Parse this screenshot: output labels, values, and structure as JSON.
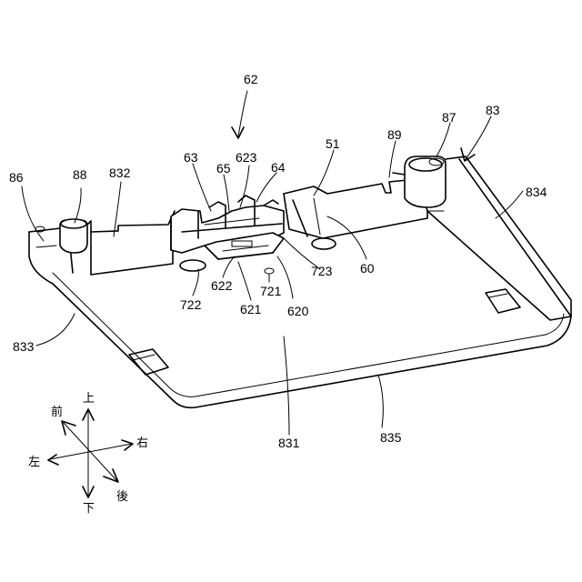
{
  "labels": {
    "l62": "62",
    "l83": "83",
    "l51": "51",
    "l89": "89",
    "l87": "87",
    "l63": "63",
    "l65": "65",
    "l623": "623",
    "l64": "64",
    "l86": "86",
    "l88": "88",
    "l832": "832",
    "l834": "834",
    "l60": "60",
    "l723": "723",
    "l722": "722",
    "l622": "622",
    "l721": "721",
    "l621": "621",
    "l620": "620",
    "l833": "833",
    "l831": "831",
    "l835": "835"
  },
  "directions": {
    "up": "上",
    "down": "下",
    "left": "左",
    "right": "右",
    "front": "前",
    "back": "後"
  }
}
